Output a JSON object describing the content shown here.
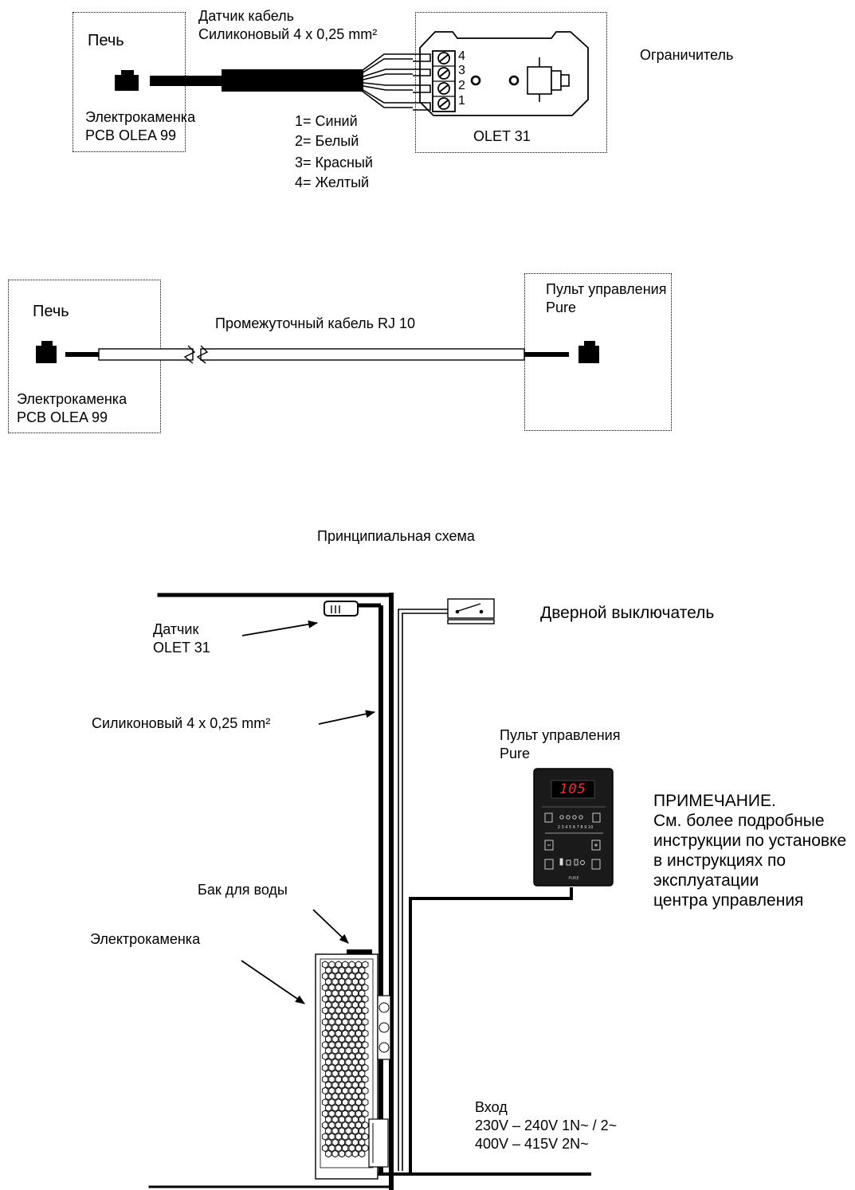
{
  "section1": {
    "heater_word": "Печь",
    "heater_line1": "Электрокаменка",
    "heater_line2": "PCB OLEA 99",
    "sensor_cable_line1": "Датчик  кабель",
    "sensor_cable_line2": "Силиконовый 4 x 0,25 mm²",
    "wires": [
      "1= Синий",
      "2= Белый",
      "3= Красный",
      "4= Желтый"
    ],
    "terminal_numbers": [
      "4",
      "3",
      "2",
      "1"
    ],
    "limiter_model": "OLET 31",
    "limiter_label": "Ограничитель"
  },
  "section2": {
    "heater_word": "Печь",
    "heater_line1": "Электрокаменка",
    "heater_line2": "PCB OLEA 99",
    "cable_label": "Промежуточный кабель RJ 10",
    "panel_line1": "Пульт управления",
    "panel_line2": "Pure"
  },
  "schematic": {
    "title": "Принципиальная схема",
    "sensor_line1": "Датчик",
    "sensor_line2": "OLET 31",
    "door_switch": "Дверной выключатель",
    "silicone_cable": "Силиконовый 4 x 0,25 mm²",
    "panel_line1": "Пульт управления",
    "panel_line2": "Pure",
    "display_value": "105",
    "panel_scale": "2 3 4 5 6 7 8 9 10",
    "panel_brand": "PURE",
    "water_tank": "Бак для воды",
    "heater": "Электрокаменка",
    "note_lines": [
      "ПРИМЕЧАНИЕ.",
      "См. более подробные",
      "инструкции по установке",
      "в инструкциях по",
      "эксплуатации",
      "центра управления"
    ],
    "input_lines": [
      "Вход",
      "230V – 240V 1N~ / 2~",
      "400V – 415V 2N~"
    ]
  }
}
